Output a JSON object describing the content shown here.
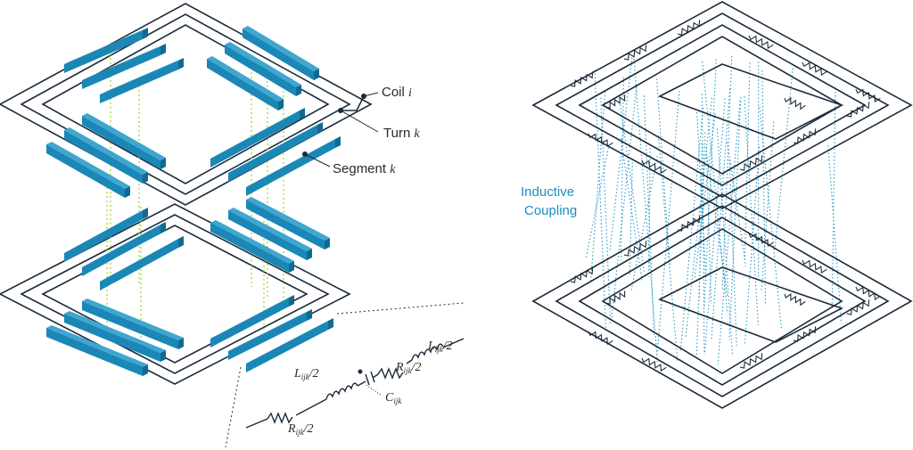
{
  "labels": {
    "coil": "Coil",
    "coil_index": "i",
    "turn": "Turn",
    "turn_index": "k",
    "segment": "Segment",
    "segment_index": "k",
    "inductive_line1": "Inductive",
    "inductive_line2": "Coupling"
  },
  "circuit": {
    "L_top": "L",
    "L_top_sub": "ijk",
    "L_top_den": "/2",
    "R_upper": "R",
    "R_upper_sub": "ijk",
    "R_upper_den": "/2",
    "L_left": "L",
    "L_left_sub": "ijk",
    "L_left_den": "/2",
    "C": "C",
    "C_sub": "ijk",
    "R_lower": "R",
    "R_lower_sub": "ijk",
    "R_lower_den": "/2"
  },
  "colors": {
    "bar_front": "#1a87b6",
    "bar_top": "#3fa6cf",
    "bar_side": "#0f6a92",
    "wire": "#1c2a3a",
    "green_dashed": "#9bd42a",
    "blue_dotted": "#2a9ac8",
    "inductive_text": "#1a8fbf"
  }
}
